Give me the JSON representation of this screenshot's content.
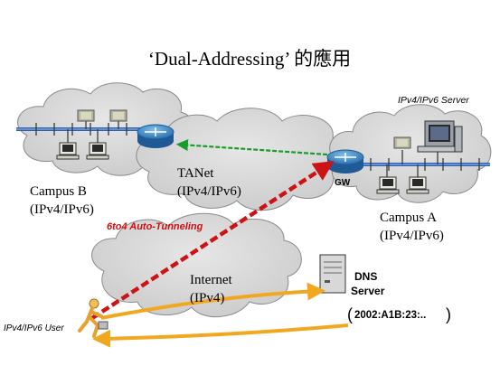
{
  "title": "‘Dual-Addressing’ 的應用",
  "labels": {
    "server": "IPv4/IPv6 Server",
    "gw": "GW",
    "tanet_name": "TANet",
    "tanet_proto": "(IPv4/IPv6)",
    "campus_b_name": "Campus B",
    "campus_b_proto": "(IPv4/IPv6)",
    "campus_a_name": "Campus A",
    "campus_a_proto": "(IPv4/IPv6)",
    "tunnel": "6to4 Auto-Tunneling",
    "internet_name": "Internet",
    "internet_proto": "(IPv4)",
    "dns_line1": "DNS",
    "dns_line2": "Server",
    "dns_address": "2002:A1B:23:..",
    "user": "IPv4/IPv6 User"
  },
  "colors": {
    "cloud": "#d4d4d4",
    "cloud_edge": "#8a8a8a",
    "bus": "#2d5fb0",
    "tunnel": "#cc1414",
    "green_arrow": "#1a9c2a",
    "orange_arrow": "#f2a81e",
    "router": "#3b87c4"
  }
}
